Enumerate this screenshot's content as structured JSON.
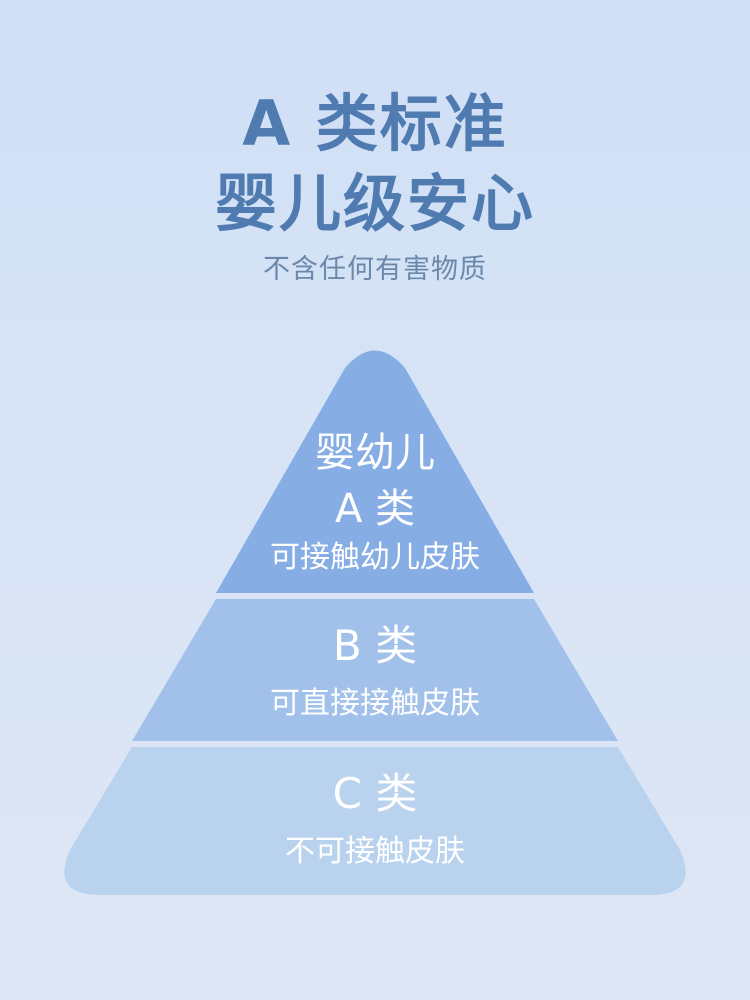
{
  "headline": {
    "line1": "A 类标准",
    "line2": "婴儿级安心",
    "subtitle": "不含任何有害物质"
  },
  "pyramid": {
    "tier_a": {
      "title": "婴幼儿",
      "class": "A 类",
      "desc": "可接触幼儿皮肤",
      "color": "#86aee4"
    },
    "tier_b": {
      "class": "B 类",
      "desc": "可直接接触皮肤",
      "color": "#a2c1ea"
    },
    "tier_c": {
      "class": "C 类",
      "desc": "不可接触皮肤",
      "color": "#b9d2ee"
    }
  }
}
